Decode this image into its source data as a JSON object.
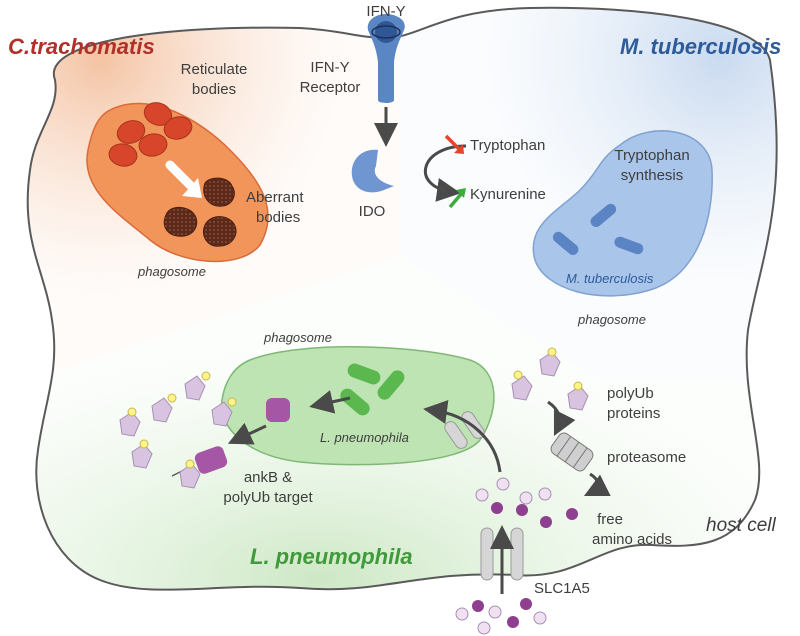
{
  "titles": {
    "chlamydia": "C.trachomatis",
    "mtb": "M. tuberculosis",
    "legionella": "L. pneumophila"
  },
  "labels": {
    "ifn": "IFN-Y",
    "receptor_line1": "IFN-Y",
    "receptor_line2": "Receptor",
    "ido": "IDO",
    "tryptophan": "Tryptophan",
    "kynurenine": "Kynurenine",
    "reticulate_line1": "Reticulate",
    "reticulate_line2": "bodies",
    "aberrant_line1": "Aberrant",
    "aberrant_line2": "bodies",
    "phagosome": "phagosome",
    "trp_synth_line1": "Tryptophan",
    "trp_synth_line2": "synthesis",
    "mtb_cell": "M. tuberculosis",
    "lp_cell": "L. pneumophila",
    "ankb_line1": "ankB &",
    "ankb_line2": "polyUb target",
    "polyub_line1": "polyUb",
    "polyub_line2": "proteins",
    "proteasome": "proteasome",
    "free_aa_line1": "free",
    "free_aa_line2": "amino acids",
    "host_cell": "host cell",
    "slc": "SLC1A5"
  },
  "colors": {
    "chlamydia_title": "#b2302a",
    "mtb_title": "#2e5b9a",
    "legionella_title": "#3f9a3a",
    "orange_region": "#f6d3bb",
    "blue_region": "#dbe6f4",
    "green_region": "#dff0da",
    "ifn_receptor": "#5b86c4",
    "arrow_down": "#e1472a",
    "arrow_up": "#3fab3e",
    "bacteria_green": "#5ab84e",
    "amino_acid_purple": "#9b4c9c"
  },
  "icons": {
    "receptor": "ifn-receptor-icon",
    "ido": "ido-enzyme-icon",
    "proteasome": "proteasome-icon",
    "transporter": "slc1a5-transporter-icon"
  }
}
